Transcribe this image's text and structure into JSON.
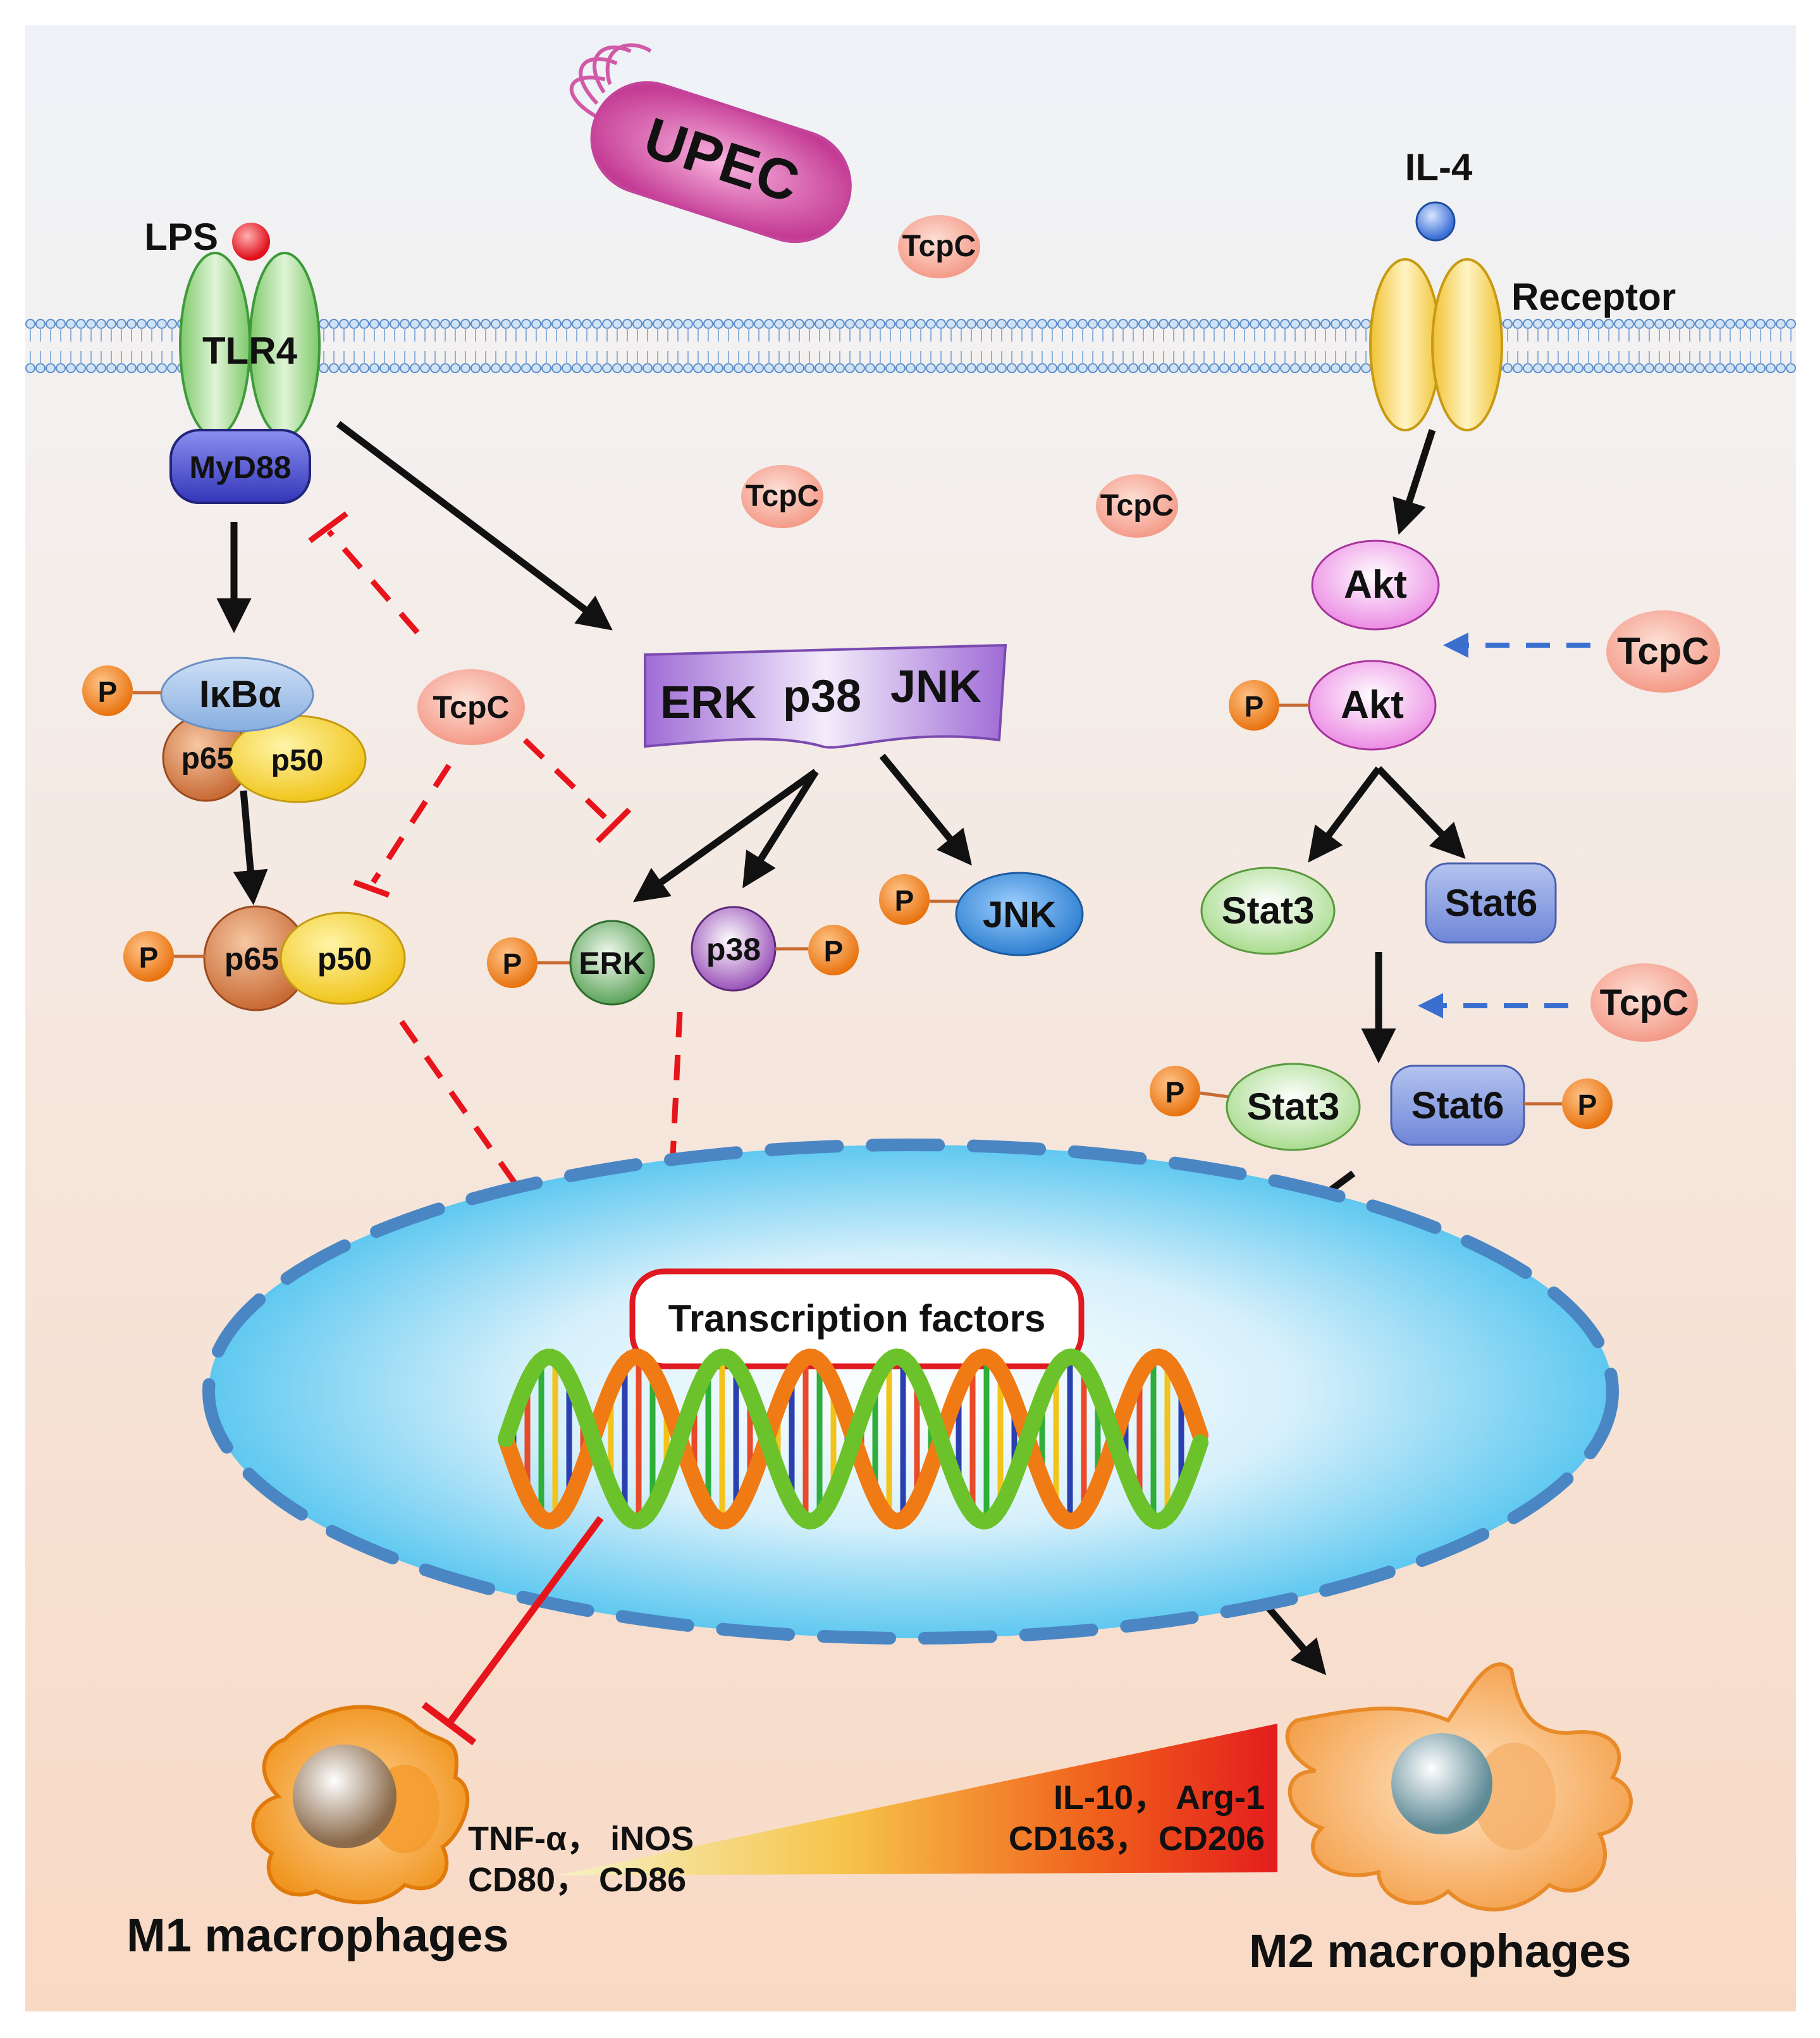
{
  "bacterium": "UPEC",
  "labels": {
    "lps": "LPS",
    "tlr4": "TLR4",
    "myd88": "MyD88",
    "il4": "IL-4",
    "receptor": "Receptor"
  },
  "tcpc": "TcpC",
  "nfkb": {
    "ikba": "IκBα",
    "p65": "p65",
    "p50": "p50",
    "phos": "P"
  },
  "mapk": {
    "erk": "ERK",
    "p38": "p38",
    "jnk": "JNK"
  },
  "akt": "Akt",
  "stat": {
    "stat3": "Stat3",
    "stat6": "Stat6"
  },
  "nucleus": {
    "transcription": "Transcription factors"
  },
  "markers": {
    "m1_line1": "TNF-α， iNOS",
    "m1_line2": "CD80， CD86",
    "m2_line1": "IL-10， Arg-1",
    "m2_line2": "CD163， CD206"
  },
  "cells": {
    "m1": "M1 macrophages",
    "m2": "M2 macrophages"
  },
  "colors": {
    "inhibit": "#e8141b",
    "tcpc_dashed": "#3a6fd0",
    "activation": "#111111",
    "phospho": "#ef7d1a"
  }
}
